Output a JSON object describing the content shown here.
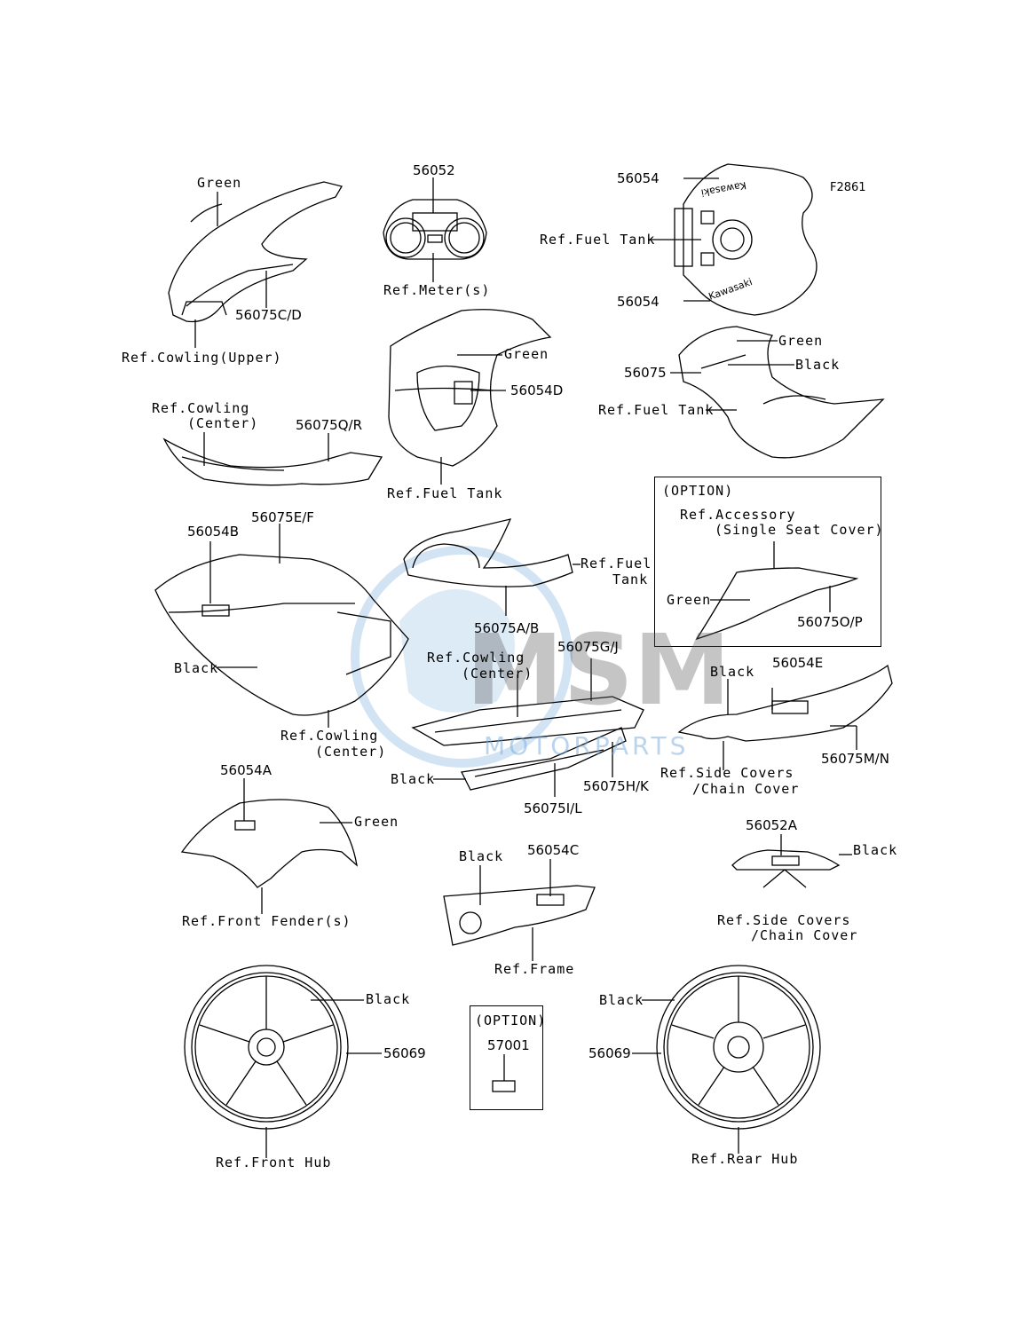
{
  "figure_code": "F2861",
  "watermark": {
    "text": "MSM",
    "sub": "MOTORPARTS"
  },
  "parts": {
    "p56052": "56052",
    "p56054_top": "56054",
    "p56054_bot": "56054",
    "p56075CD": "56075C/D",
    "p56075": "56075",
    "p56054D": "56054D",
    "p56075QR": "56075Q/R",
    "p56075EF": "56075E/F",
    "p56054B": "56054B",
    "p56075AB": "56075A/B",
    "p56075OP": "56075O/P",
    "p56075GJ": "56075G/J",
    "p56054E": "56054E",
    "p56075MN": "56075M/N",
    "p56075HK": "56075H/K",
    "p56075IL": "56075I/L",
    "p56054A": "56054A",
    "p56054C": "56054C",
    "p56052A": "56052A",
    "p57001": "57001",
    "p56069_l": "56069",
    "p56069_r": "56069"
  },
  "labels": {
    "green_cowl": "Green",
    "ref_cowling_upper": "Ref.Cowling(Upper)",
    "ref_meter": "Ref.Meter(s)",
    "ref_fuel_tank_1": "Ref.Fuel Tank",
    "green_tank": "Green",
    "black_tank": "Black",
    "ref_fuel_tank_2": "Ref.Fuel Tank",
    "green_cover": "Green",
    "ref_fuel_tank_3": "Ref.Fuel Tank",
    "ref_cowling_center_1a": "Ref.Cowling",
    "ref_cowling_center_1b": "(Center)",
    "option_1": "(OPTION)",
    "ref_accessory_a": "Ref.Accessory",
    "ref_accessory_b": "(Single Seat Cover)",
    "green_seat": "Green",
    "ref_fuel_tank_4a": "Ref.Fuel",
    "ref_fuel_tank_4b": "Tank",
    "black_side": "Black",
    "ref_cowling_center_2a": "Ref.Cowling",
    "ref_cowling_center_2b": "(Center)",
    "ref_cowling_center_3a": "Ref.Cowling",
    "ref_cowling_center_3b": "(Center)",
    "black_tail": "Black",
    "ref_side_covers_1a": "Ref.Side Covers",
    "ref_side_covers_1b": "/Chain Cover",
    "black_lower": "Black",
    "green_fender": "Green",
    "ref_front_fender": "Ref.Front Fender(s)",
    "black_frame": "Black",
    "ref_frame": "Ref.Frame",
    "black_grab": "Black",
    "ref_side_covers_2a": "Ref.Side Covers",
    "ref_side_covers_2b": "/Chain Cover",
    "black_wheel_l": "Black",
    "ref_front_hub": "Ref.Front Hub",
    "option_2": "(OPTION)",
    "black_wheel_r": "Black",
    "ref_rear_hub": "Ref.Rear Hub"
  }
}
